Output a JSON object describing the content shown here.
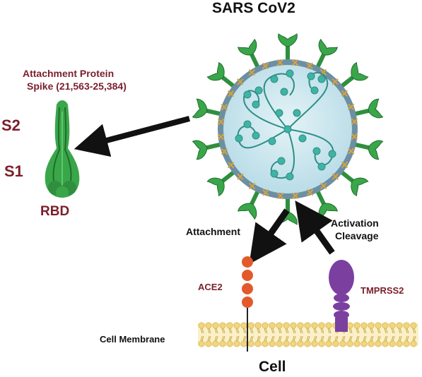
{
  "title": "SARS CoV2",
  "spike": {
    "heading_line1": "Attachment Protein",
    "heading_line2": "Spike (21,563-25,384)",
    "s2": "S2",
    "s1": "S1",
    "rbd": "RBD"
  },
  "steps": {
    "attachment": "Attachment",
    "activation": "Activation",
    "cleavage": "Cleavage"
  },
  "receptors": {
    "ace2": "ACE2",
    "tmprss2": "TMPRSS2"
  },
  "membrane_label": "Cell Membrane",
  "cell_label": "Cell",
  "colors": {
    "label_maroon": "#7a1f2b",
    "spike_green": "#3aa64a",
    "virus_fill": "#c9e6ee",
    "virus_rim": "#6d8fa3",
    "rna_teal": "#2e8f86",
    "ace2_orange": "#e25a2c",
    "tmprss2_purple": "#7b3fa0",
    "membrane_yellow": "#f2d67c"
  }
}
